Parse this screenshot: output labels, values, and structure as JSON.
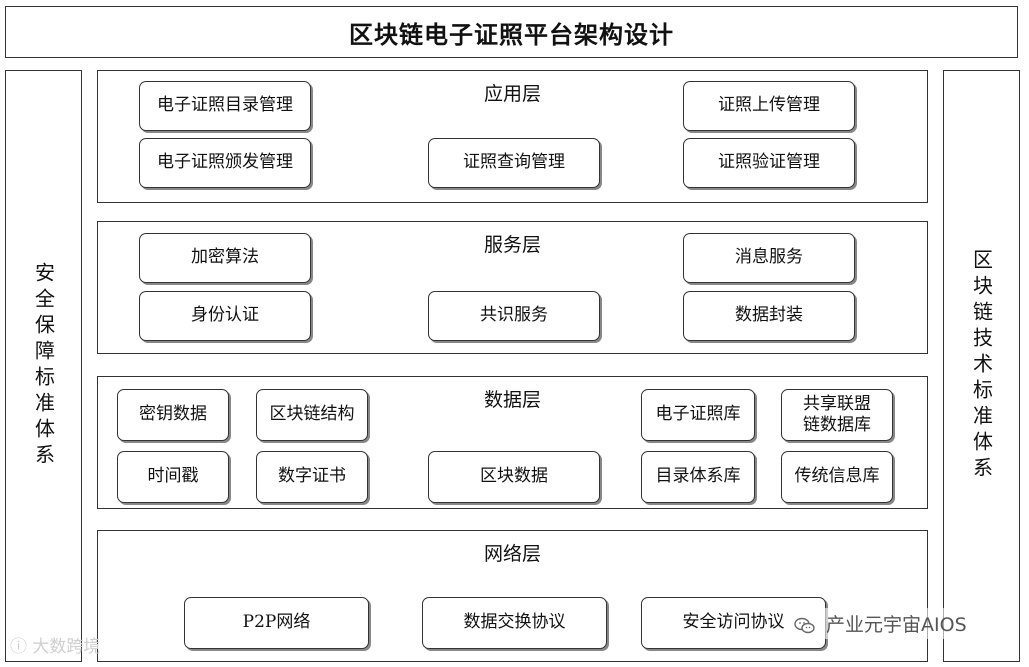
{
  "title": "区块链电子证照平台架构设计",
  "left_panel": "安全保障标准体系",
  "right_panel": "区块链技术标准体系",
  "layers": {
    "application": {
      "title": "应用层",
      "items": [
        "电子证照目录管理",
        "电子证照颁发管理",
        "证照查询管理",
        "证照上传管理",
        "证照验证管理"
      ]
    },
    "service": {
      "title": "服务层",
      "items": [
        "加密算法",
        "身份认证",
        "共识服务",
        "消息服务",
        "数据封装"
      ]
    },
    "data": {
      "title": "数据层",
      "items": [
        "密钥数据",
        "区块链结构",
        "时间戳",
        "数字证书",
        "区块数据",
        "电子证照库",
        "共享联盟\n链数据库",
        "目录体系库",
        "传统信息库"
      ]
    },
    "network": {
      "title": "网络层",
      "items": [
        "P2P网络",
        "数据交换协议",
        "安全访问协议"
      ]
    }
  },
  "watermarks": {
    "left": "大数跨境",
    "right": "产业元宇宙AIOS"
  }
}
